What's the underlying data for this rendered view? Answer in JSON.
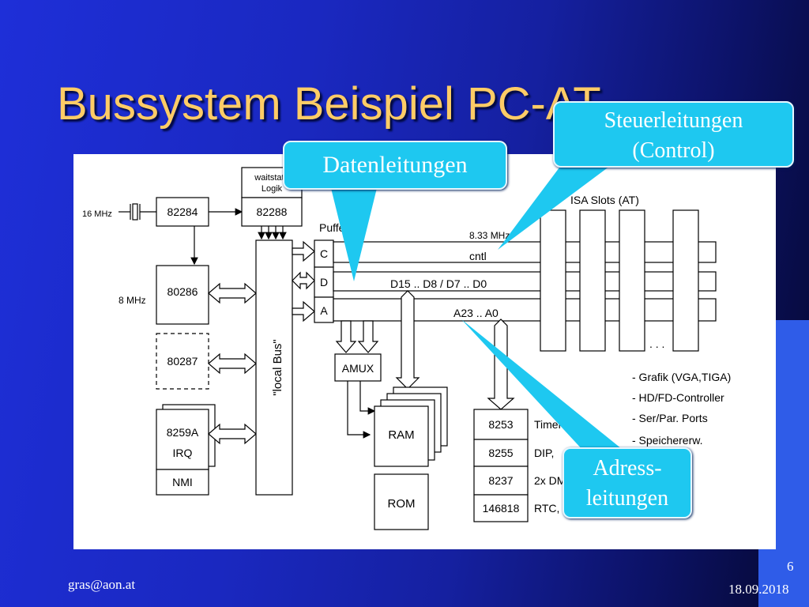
{
  "title": "Bussystem Beispiel PC-AT",
  "callouts": {
    "data": "Datenleitungen",
    "control_line1": "Steuerleitungen",
    "control_line2": "(Control)",
    "addr_line1": "Adress-",
    "addr_line2": "leitungen"
  },
  "diagram": {
    "clock_16": "16 MHz",
    "clock_8": "8 MHz",
    "clock_833": "8.33 MHz",
    "chip_82284": "82284",
    "chip_82288": "82288",
    "waitstate_1": "waitstate",
    "waitstate_2": "Logik",
    "chip_80286": "80286",
    "chip_80287": "80287",
    "chip_8259a": "8259A",
    "irq": "IRQ",
    "nmi": "NMI",
    "local_bus": "\"local Bus\"",
    "puffer": "Puffer",
    "port_c": "C",
    "port_d": "D",
    "port_a": "A",
    "bus_cntl": "cntl",
    "bus_data": "D15 .. D8 / D7 .. D0",
    "bus_addr": "A23 .. A0",
    "amux": "AMUX",
    "ram": "RAM",
    "rom": "ROM",
    "isa_slots": "ISA Slots (AT)",
    "slot_dots": ". . .",
    "io_chips": [
      {
        "chip": "8253",
        "label": "Timer"
      },
      {
        "chip": "8255",
        "label": "DIP, "
      },
      {
        "chip": "8237",
        "label": "2x DMA"
      },
      {
        "chip": "146818",
        "label": "RTC, CMOS"
      }
    ],
    "slot_uses": [
      "- Grafik (VGA,TIGA)",
      "- HD/FD-Controller",
      "- Ser/Par. Ports",
      "- Speichererw."
    ]
  },
  "footer": {
    "email": "gras@aon.at",
    "page": "6",
    "date": "18.09.2018"
  }
}
